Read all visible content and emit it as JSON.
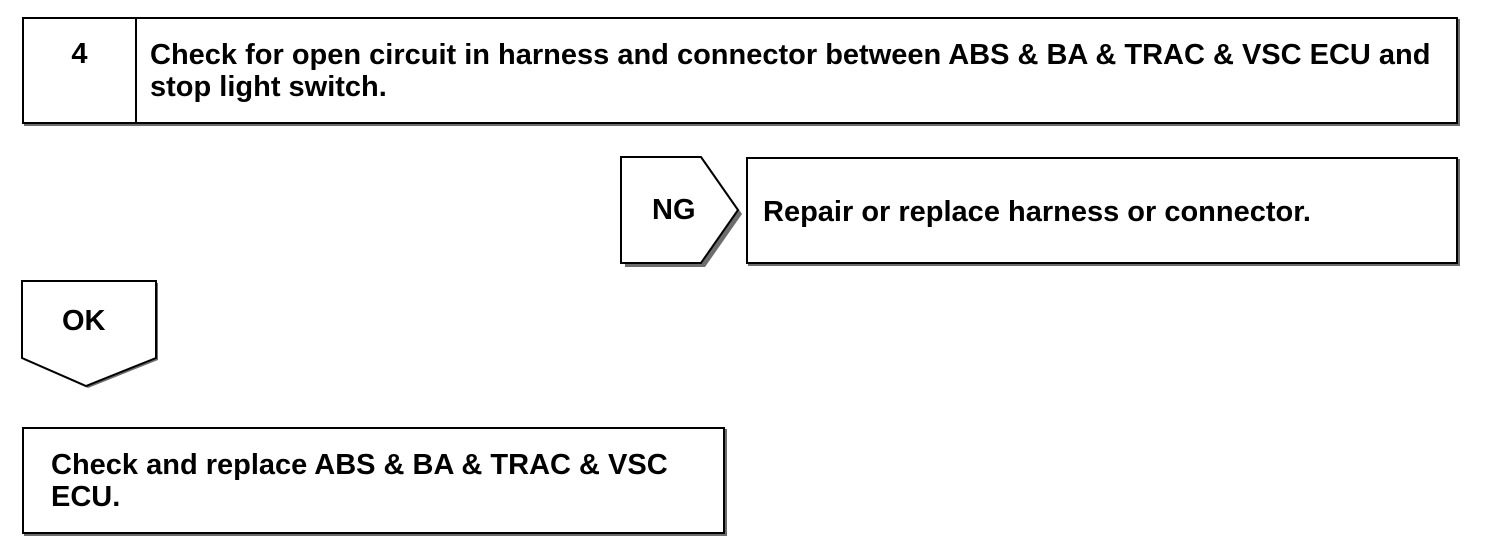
{
  "step": {
    "number": "4",
    "title": "Check for open circuit in harness and connector between ABS & BA & TRAC & VSC ECU and stop light switch."
  },
  "ng_branch": {
    "label": "NG",
    "action": "Repair or replace harness or connector."
  },
  "ok_branch": {
    "label": "OK"
  },
  "final_step": {
    "action": "Check and replace ABS & BA & TRAC & VSC ECU."
  }
}
